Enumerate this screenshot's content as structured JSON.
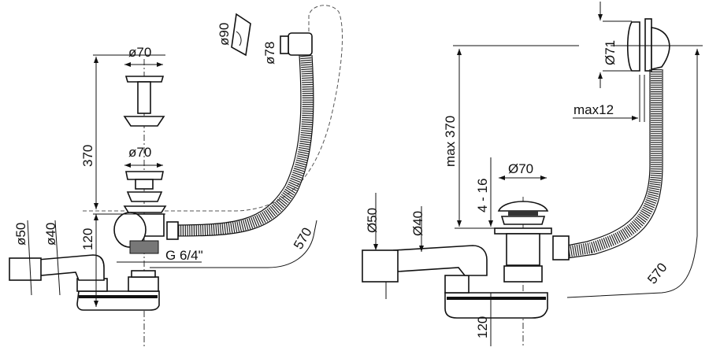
{
  "left_drawing": {
    "labels": {
      "drain_cap_diameter": "ø70",
      "overflow_cover_diameter": "ø90",
      "overflow_flange_diameter": "ø78",
      "plug_diameter": "ø70",
      "height_370": "370",
      "height_120": "120",
      "outlet_diameter_50": "ø50",
      "outlet_diameter_40": "ø40",
      "thread": "G 6/4\"",
      "hose_length": "570"
    }
  },
  "right_drawing": {
    "labels": {
      "overflow_diameter": "Ø71",
      "max_wall": "max12",
      "max_height": "max 370",
      "range": "4 - 16",
      "drain_diameter": "Ø70",
      "outlet_diameter_50": "Ø50",
      "outlet_diameter_40": "Ø40",
      "hose_length": "570",
      "height_120": "120"
    }
  }
}
